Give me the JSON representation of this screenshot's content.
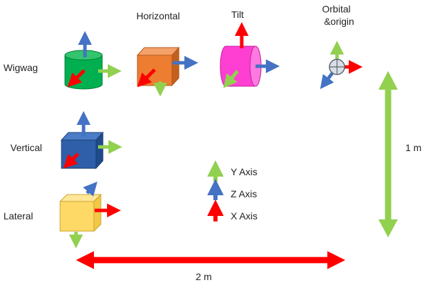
{
  "labels": {
    "col_horizontal": "Horizontal",
    "col_tilt": "Tilt",
    "col_orbital_line1": "Orbital",
    "col_orbital_line2": "&origin",
    "row_wigwag": "Wigwag",
    "row_vertical": "Vertical",
    "row_lateral": "Lateral",
    "dim_height": "1 m",
    "dim_width": "2 m"
  },
  "legend": [
    {
      "label": "Y Axis",
      "color": "#92d050",
      "icon": "green-up-arrow-icon"
    },
    {
      "label": "Z Axis",
      "color": "#4472c4",
      "icon": "blue-up-arrow-icon"
    },
    {
      "label": "X Axis",
      "color": "#ff0000",
      "icon": "red-up-arrow-icon"
    }
  ],
  "colors": {
    "y_axis": "#92d050",
    "z_axis": "#4472c4",
    "x_axis": "#ff0000",
    "wigwag_cylinder": "#00b050",
    "horizontal_cube": "#ed7d31",
    "tilt_cylinder": "#ff3fd2",
    "vertical_cube": "#2e5fa8",
    "lateral_cube": "#ffd966",
    "origin_sphere": "#d9dee6"
  }
}
